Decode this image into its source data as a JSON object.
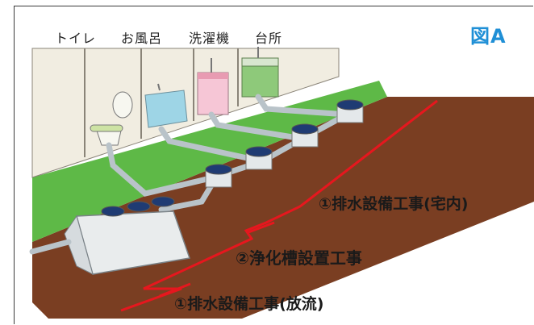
{
  "rooms": {
    "toilet": "トイレ",
    "bath": "お風呂",
    "washer": "洗濯機",
    "kitchen": "台所"
  },
  "figure_label": "図A",
  "work_labels": {
    "indoor": "①排水設備工事(宅内)",
    "septic": "②浄化槽設置工事",
    "discharge": "①排水設備工事(放流)"
  },
  "colors": {
    "soil": "#7a3e22",
    "lawn": "#5eb947",
    "accent_line": "#e6171e",
    "title_blue": "#1f8fd6"
  }
}
